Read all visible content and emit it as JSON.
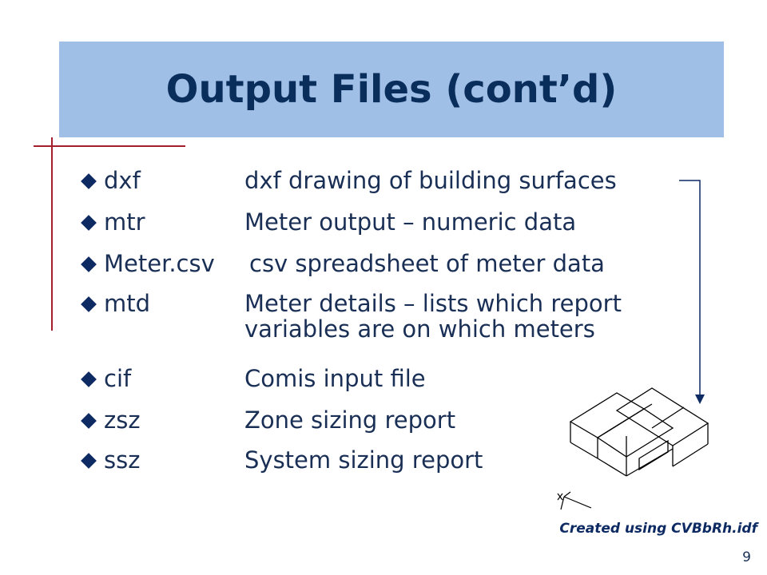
{
  "slide": {
    "title": "Output Files (cont’d)",
    "page_number": "9",
    "caption": "Created using CVBbRh.idf"
  },
  "items": [
    {
      "term": "dxf",
      "description": "dxf drawing of building surfaces"
    },
    {
      "term": "mtr",
      "description": "Meter output – numeric data"
    },
    {
      "term": "Meter.csv",
      "description": "csv spreadsheet of meter data"
    },
    {
      "term": "mtd",
      "description": "Meter details – lists which report variables are on which meters"
    },
    {
      "term": "cif",
      "description": "Comis input file"
    },
    {
      "term": "zsz",
      "description": "Zone sizing report"
    },
    {
      "term": "ssz",
      "description": "System sizing report"
    }
  ],
  "colors": {
    "title_bar": "#a0bfe6",
    "title_text": "#0a2e5c",
    "accent_red": "#a31f2c",
    "bullet": "#0d2a63"
  },
  "icons": {
    "bullet": "diamond-bullet-icon",
    "figure": "building-wireframe-drawing",
    "connector": "arrow-connector-icon"
  }
}
